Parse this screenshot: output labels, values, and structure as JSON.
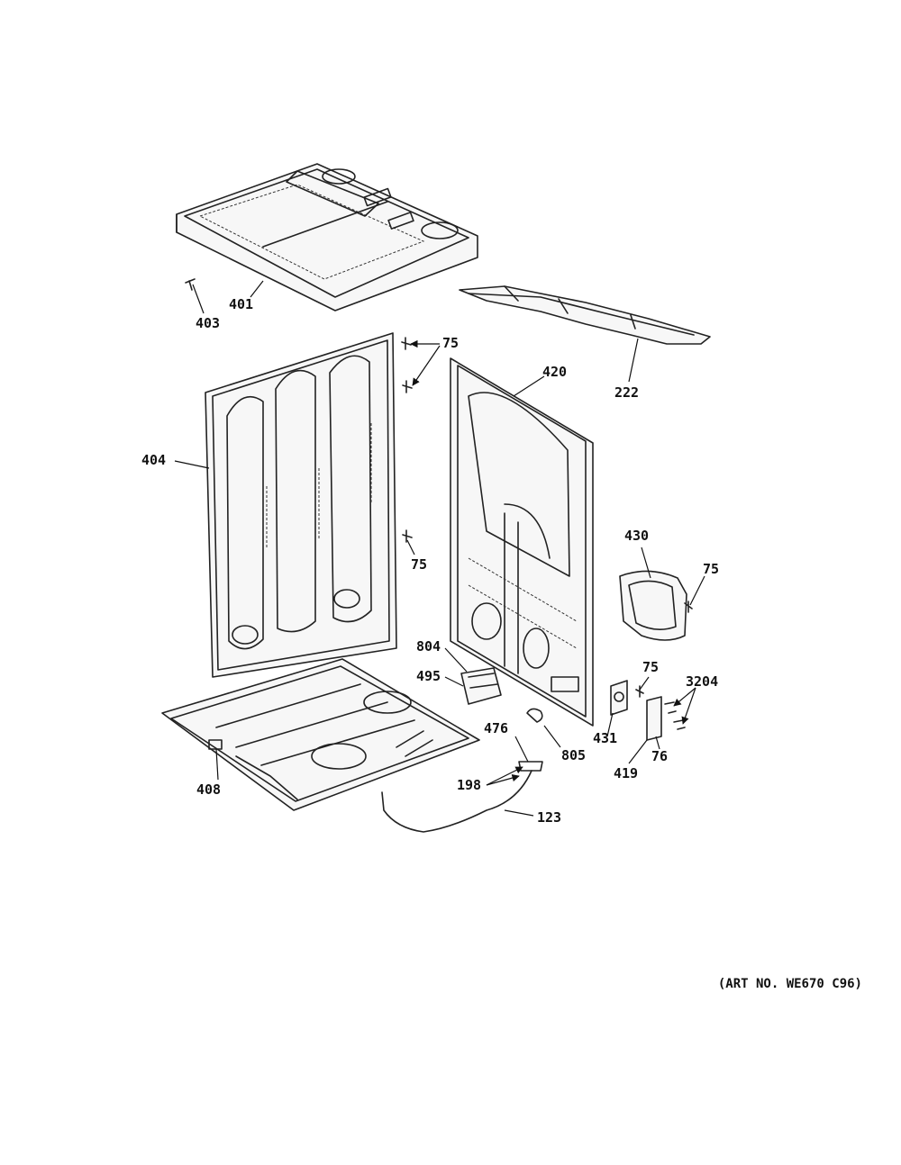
{
  "labels": {
    "c401": "401",
    "c403": "403",
    "c75a": "75",
    "c222": "222",
    "c420": "420",
    "c404": "404",
    "c75b": "75",
    "c430": "430",
    "c75c": "75",
    "c804": "804",
    "c495": "495",
    "c75d": "75",
    "c3204": "3204",
    "c476": "476",
    "c805": "805",
    "c431": "431",
    "c76": "76",
    "c419": "419",
    "c408": "408",
    "c198": "198",
    "c123": "123"
  },
  "art_number": "(ART NO. WE670 C96)"
}
